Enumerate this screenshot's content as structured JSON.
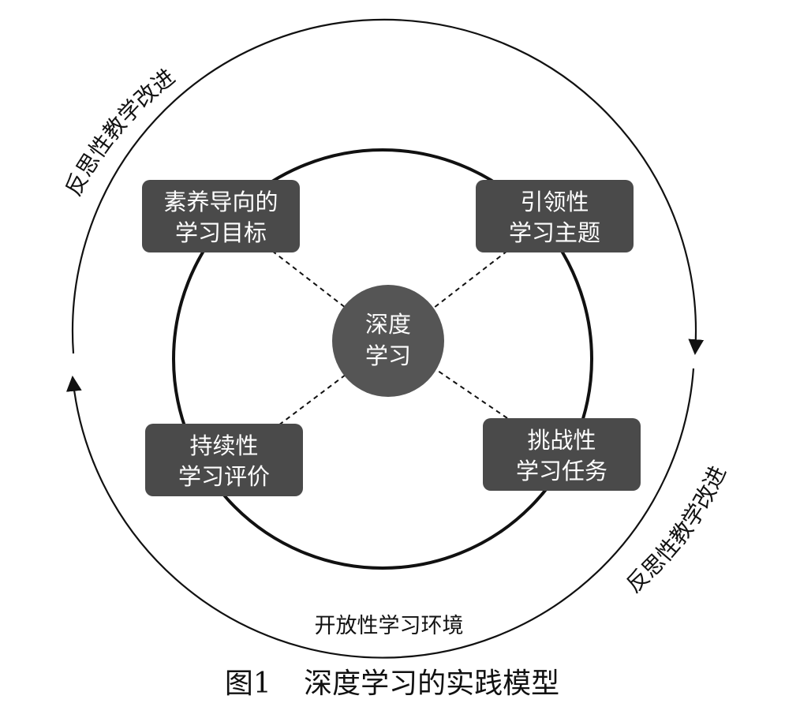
{
  "diagram": {
    "center": {
      "lines": [
        "深度",
        "学习"
      ]
    },
    "nodes": [
      {
        "id": "goal",
        "lines": [
          "素养导向的",
          "学习目标"
        ]
      },
      {
        "id": "theme",
        "lines": [
          "引领性",
          "学习主题"
        ]
      },
      {
        "id": "evaluation",
        "lines": [
          "持续性",
          "学习评价"
        ]
      },
      {
        "id": "task",
        "lines": [
          "挑战性",
          "学习任务"
        ]
      }
    ],
    "environment_label": "开放性学习环境",
    "outer_cycle_label": "反思性教学改进",
    "colors": {
      "box_fill": "#4a4a4a",
      "center_fill": "#555555",
      "text_on_dark": "#ffffff",
      "line": "#111111"
    }
  },
  "caption": {
    "figure_no": "图1",
    "title": "深度学习的实践模型"
  }
}
